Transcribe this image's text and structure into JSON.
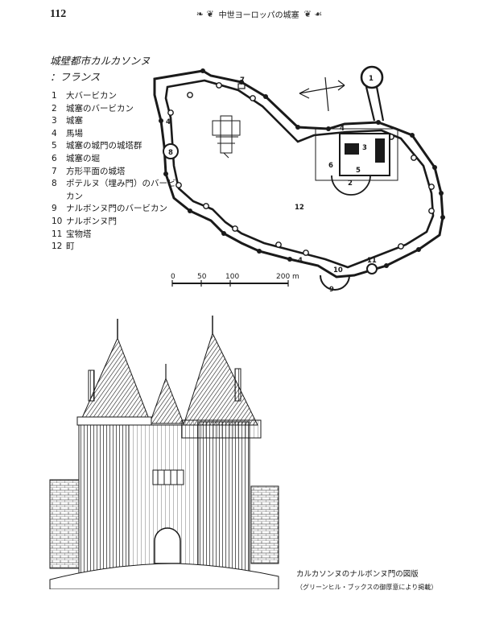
{
  "header": {
    "page_number": "112",
    "running_title": "中世ヨーロッパの城塞"
  },
  "plan": {
    "title_line1": "城壁都市カルカソンヌ",
    "title_line2": "：フランス",
    "legend": [
      {
        "num": "1",
        "label": "大バービカン"
      },
      {
        "num": "2",
        "label": "城塞のバービカン"
      },
      {
        "num": "3",
        "label": "城塞"
      },
      {
        "num": "4",
        "label": "馬場"
      },
      {
        "num": "5",
        "label": "城塞の城門の城塔群"
      },
      {
        "num": "6",
        "label": "城塞の堀"
      },
      {
        "num": "7",
        "label": "方形平面の城塔"
      },
      {
        "num": "8",
        "label": "ポテルヌ（埋み門）のバービカン"
      },
      {
        "num": "9",
        "label": "ナルボンヌ門のバービカン"
      },
      {
        "num": "10",
        "label": "ナルボンヌ門"
      },
      {
        "num": "11",
        "label": "宝物塔"
      },
      {
        "num": "12",
        "label": "町"
      }
    ],
    "scale_labels": [
      "0",
      "50",
      "100",
      "200 m"
    ],
    "markers": [
      "1",
      "2",
      "3",
      "4",
      "4",
      "4",
      "5",
      "6",
      "7",
      "8",
      "9",
      "10",
      "11",
      "12"
    ]
  },
  "illustration": {
    "caption": "カルカソンヌのナルボンヌ門の図版",
    "credit": "（グリーンヒル・ブックスの御厚意により掲載）"
  },
  "colors": {
    "ink": "#1a1a1a",
    "paper": "#ffffff"
  }
}
